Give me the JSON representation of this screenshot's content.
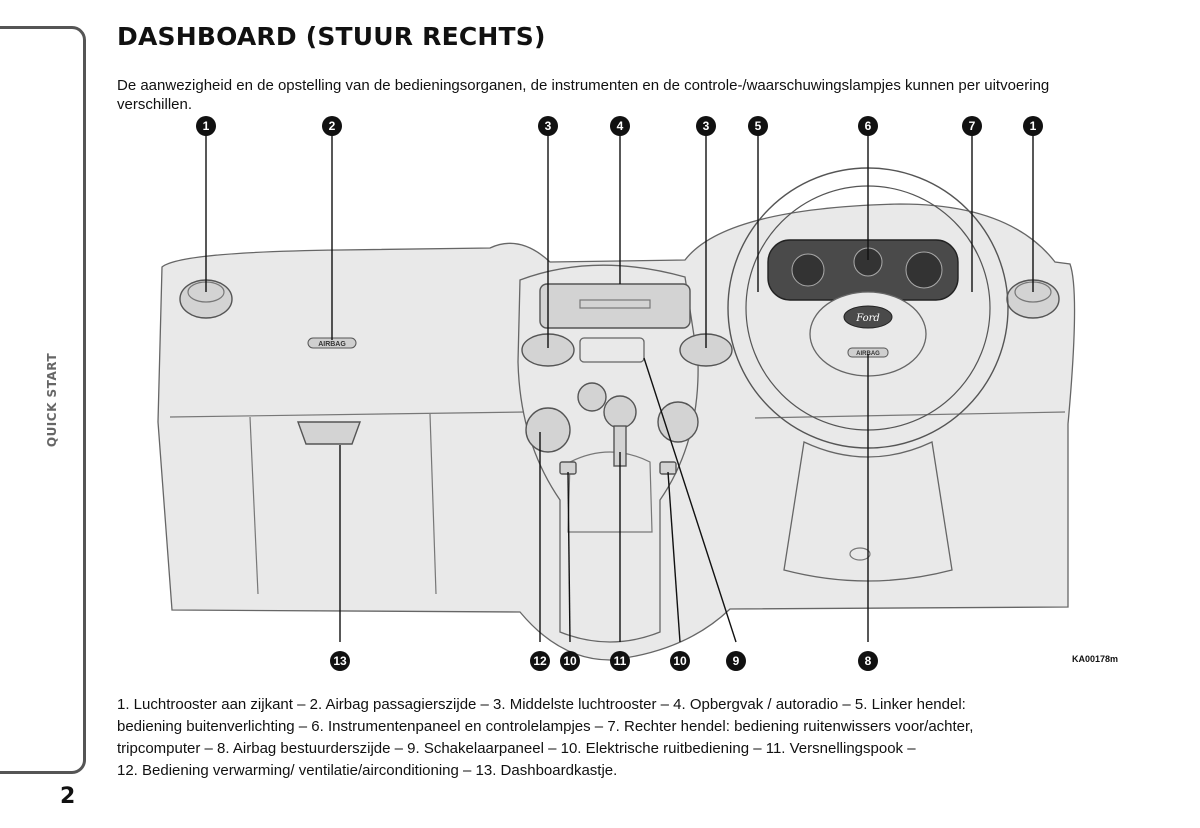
{
  "page": {
    "title": "DASHBOARD (STUUR RECHTS)",
    "intro": "De aanwezigheid en de opstelling van de bedieningsorganen, de instrumenten en de controle-/waarschuwingslampjes kunnen per uitvoering verschillen.",
    "side_label": "QUICK START",
    "page_number": "2"
  },
  "figure": {
    "reference_code": "KA00178m",
    "badges": {
      "airbag": "AIRBAG",
      "ford": "Ford"
    },
    "callouts_top": [
      "1",
      "2",
      "3",
      "4",
      "3",
      "5",
      "6",
      "7",
      "1"
    ],
    "callouts_bottom": [
      "13",
      "12",
      "10",
      "11",
      "10",
      "9",
      "8"
    ]
  },
  "caption": {
    "lines": [
      "1. Luchtrooster aan zijkant  – 2. Airbag passagierszijde – 3. Middelste luchtrooster – 4. Opbergvak / autoradio – 5. Linker hendel:",
      "bediening buitenverlichting – 6. Instrumentenpaneel en controlelampjes – 7. Rechter hendel: bediening ruitenwissers voor/achter,",
      "tripcomputer – 8. Airbag bestuurderszijde –  9. Schakelaarpaneel – 10. Elektrische ruitbediening – 11. Versnellingspook –",
      "12. Bediening verwarming/ ventilatie/airconditioning – 13. Dashboardkastje."
    ]
  }
}
